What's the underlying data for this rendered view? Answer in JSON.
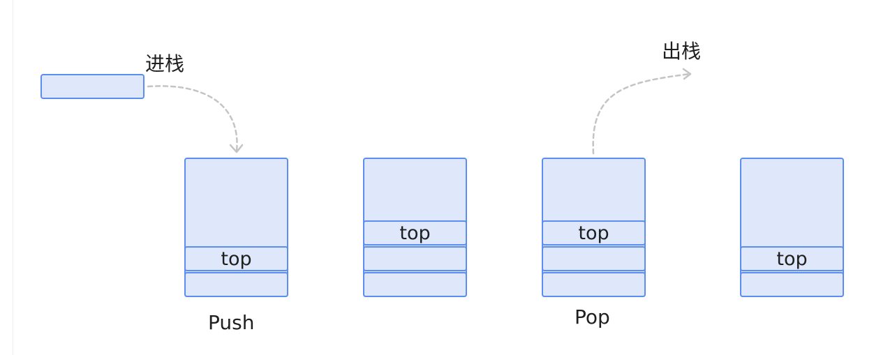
{
  "push_label": "进栈",
  "pop_label": "出栈",
  "top_label": "top",
  "captions": {
    "push": "Push",
    "pop": "Pop"
  },
  "colors": {
    "fill": "#dfe7fb",
    "stroke": "#5b8ef0",
    "arrow": "#c4c4c4"
  }
}
